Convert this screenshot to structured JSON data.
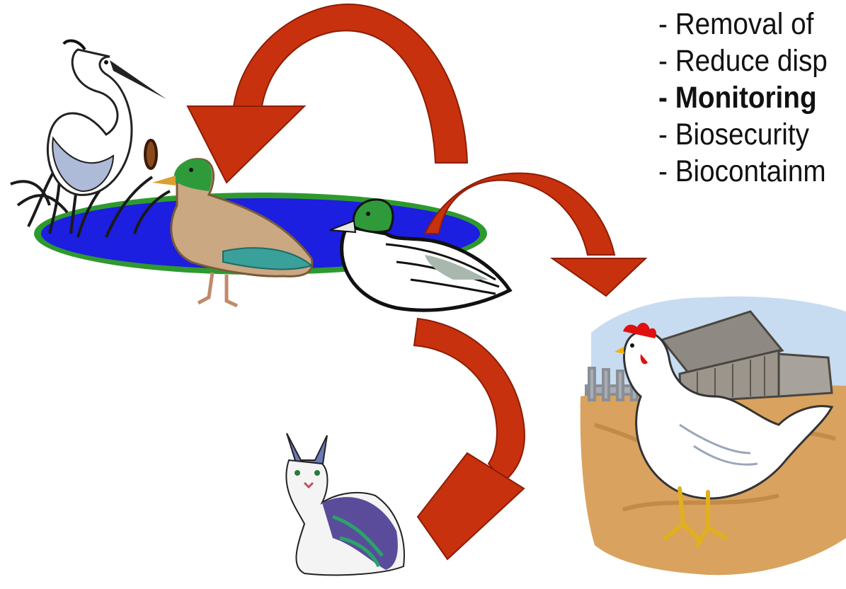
{
  "measures": [
    {
      "text": "Removal of",
      "bold": false
    },
    {
      "text": "Reduce disp",
      "bold": false
    },
    {
      "text": "Monitoring",
      "bold": true
    },
    {
      "text": "Biosecurity",
      "bold": false
    },
    {
      "text": "Biocontainm",
      "bold": false
    }
  ],
  "bullet": "-",
  "colors": {
    "arrow": "#c8310e",
    "arrow_dark": "#8c1d05",
    "pond_water": "#1c1ee0",
    "pond_rim": "#2e9a2e",
    "ground": "#d9a25e",
    "sky": "#c7dcf0"
  },
  "diagram": {
    "nodes": [
      "heron-icon",
      "mallard-icon",
      "swimming-duck-icon",
      "pond-icon",
      "chicken-farm-icon",
      "cat-icon"
    ],
    "arrows": [
      "arc-arrow-top",
      "arc-arrow-right",
      "arc-arrow-down"
    ]
  }
}
